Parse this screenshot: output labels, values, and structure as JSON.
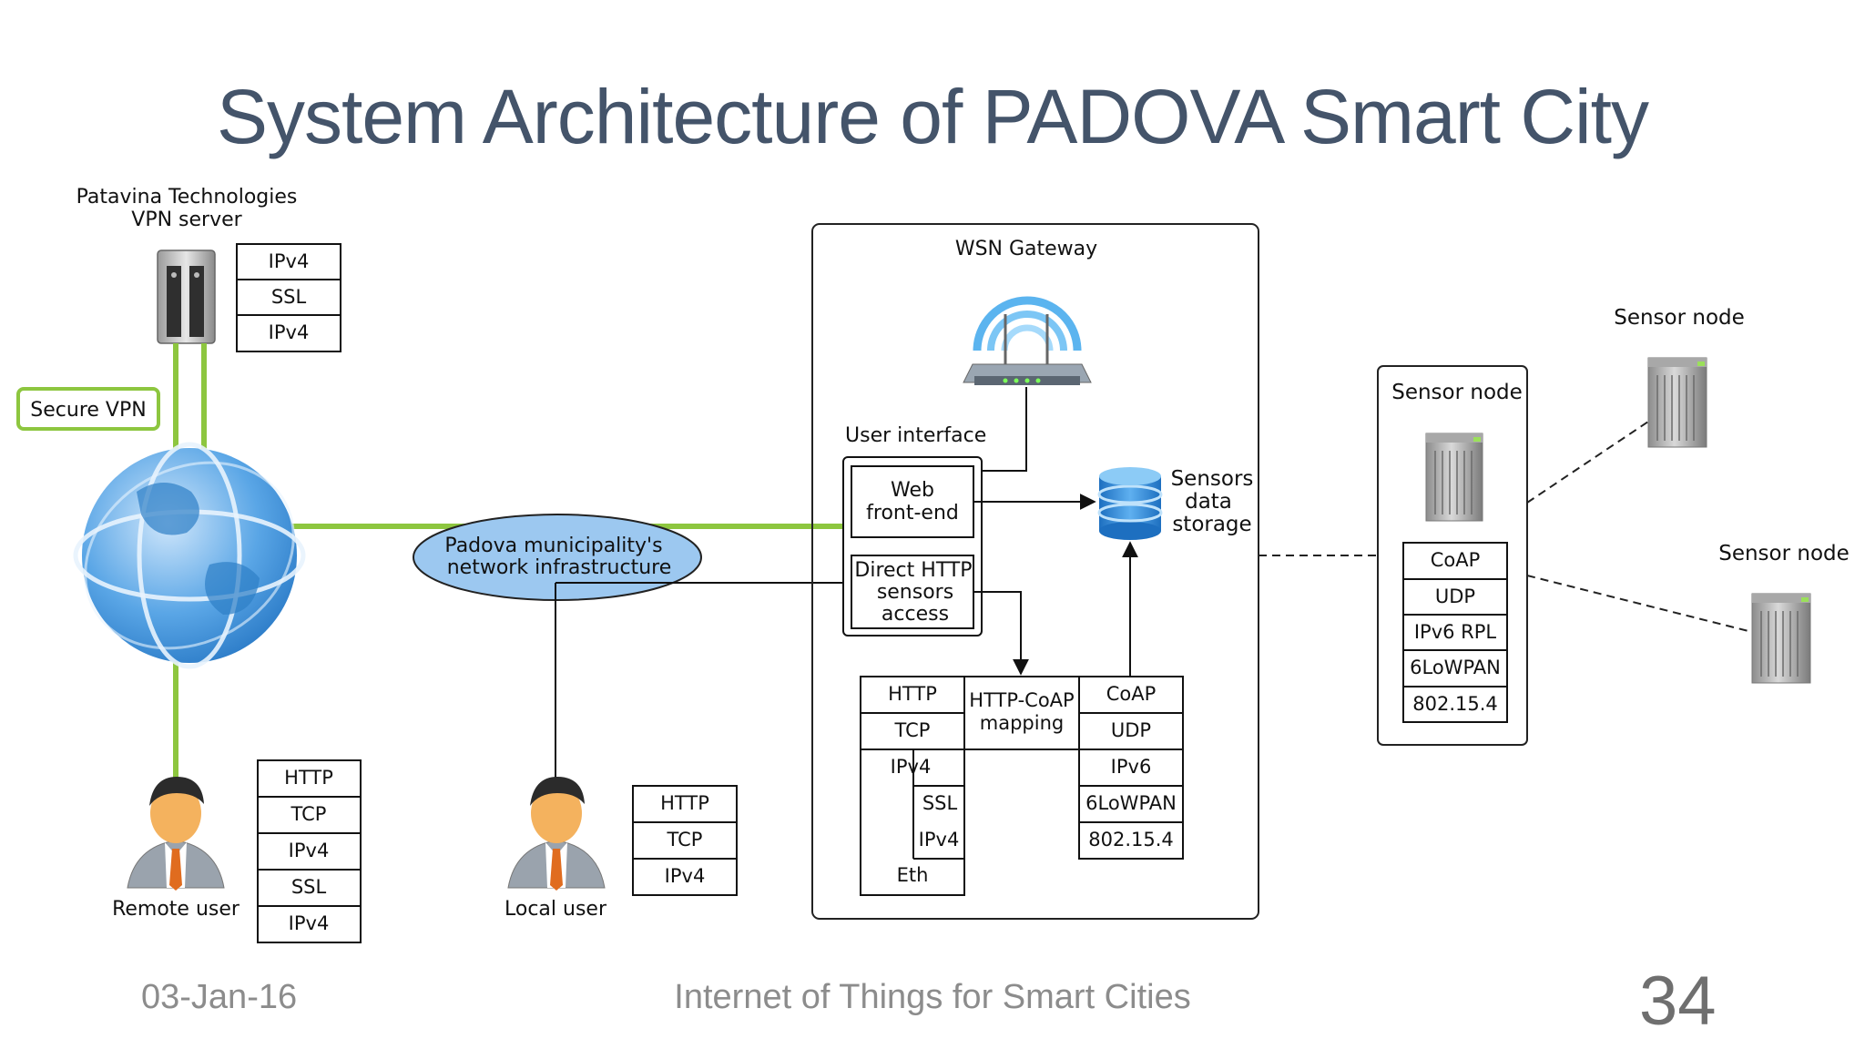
{
  "slide": {
    "title": "System Architecture of PADOVA Smart City",
    "footer_date": "03-Jan-16",
    "footer_center": "Internet of Things for Smart Cities",
    "page_number": "34"
  },
  "colors": {
    "title": "#44546a",
    "vpn_line": "#8dc63f",
    "cloud_fill": "#9cc8f0",
    "globe": "#3a8fd8"
  },
  "vpn_server": {
    "label_line1": "Patavina Technologies",
    "label_line2": "VPN server",
    "stack": [
      "IPv4",
      "SSL",
      "IPv4"
    ],
    "icon": "server-icon"
  },
  "secure_vpn_label": "Secure VPN",
  "network": {
    "line1": "Padova municipality's",
    "line2": "network infrastructure",
    "icon": "globe-icon"
  },
  "remote_user": {
    "label": "Remote user",
    "stack": [
      "HTTP",
      "TCP",
      "IPv4",
      "SSL",
      "IPv4"
    ],
    "icon": "user-icon"
  },
  "local_user": {
    "label": "Local user",
    "stack": [
      "HTTP",
      "TCP",
      "IPv4"
    ],
    "icon": "user-icon"
  },
  "gateway": {
    "title": "WSN Gateway",
    "router_icon": "wifi-router-icon",
    "user_interface_label": "User interface",
    "web_frontend": [
      "Web",
      "front-end"
    ],
    "direct_http": [
      "Direct HTTP",
      "sensors",
      "access"
    ],
    "storage_icon": "database-icon",
    "storage_label": [
      "Sensors",
      "data",
      "storage"
    ],
    "http_stack": [
      "HTTP",
      "TCP",
      "IPv4"
    ],
    "ssl": "SSL",
    "ipv4_inner": "IPv4",
    "eth": "Eth",
    "mapping": [
      "HTTP-CoAP",
      "mapping"
    ],
    "coap_stack": [
      "CoAP",
      "UDP",
      "IPv6",
      "6LoWPAN",
      "802.15.4"
    ]
  },
  "sensor_box": {
    "title": "Sensor node",
    "stack": [
      "CoAP",
      "UDP",
      "IPv6 RPL",
      "6LoWPAN",
      "802.15.4"
    ],
    "icon": "sensor-node-icon"
  },
  "sensor_nodes": [
    {
      "label": "Sensor node",
      "icon": "sensor-node-icon"
    },
    {
      "label": "Sensor node",
      "icon": "sensor-node-icon"
    }
  ]
}
